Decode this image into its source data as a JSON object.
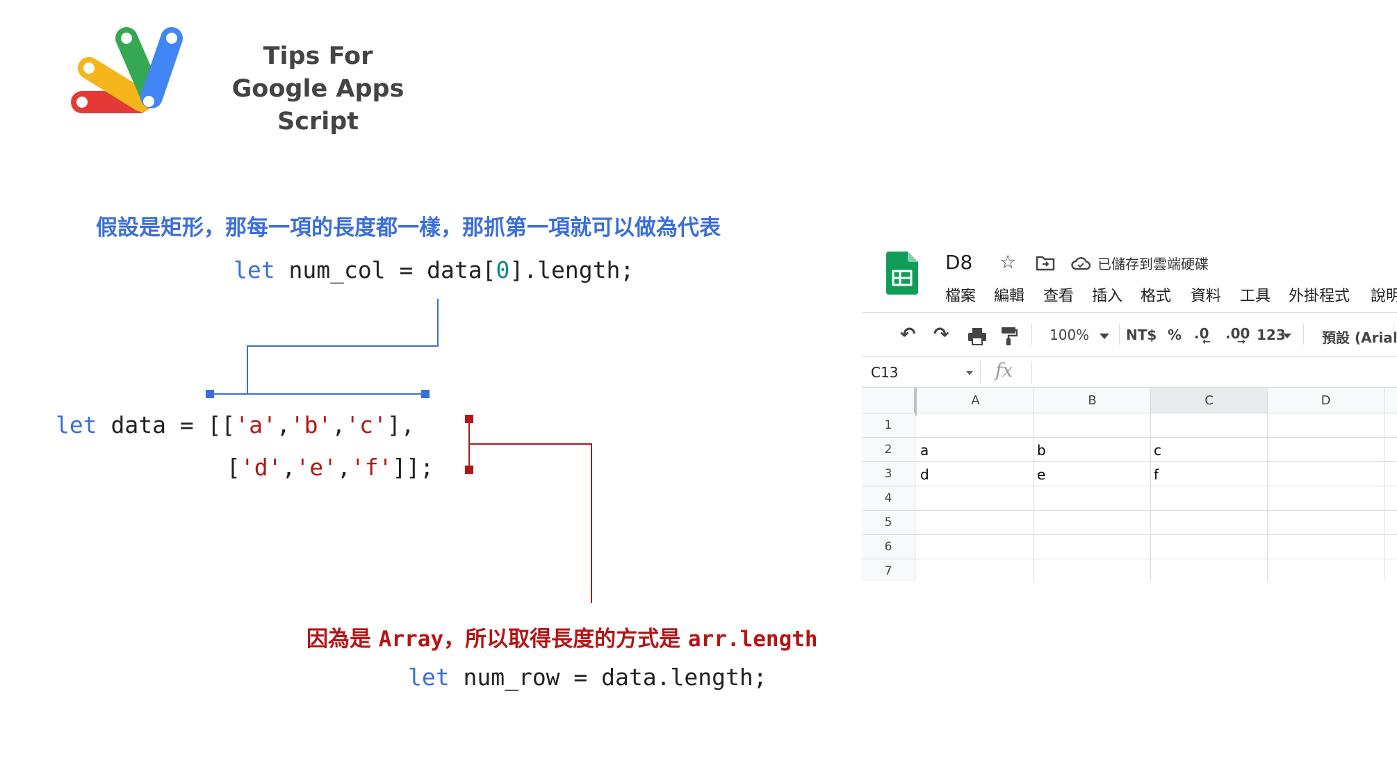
{
  "brand": {
    "line1": "Tips For",
    "line2": "Google Apps Script",
    "colors": {
      "orange": "#f5b51b",
      "red": "#e53935",
      "green": "#34a853",
      "blue": "#4285f4"
    }
  },
  "annotations": {
    "top_caption": "假設是矩形，那每一項的長度都一樣，那抓第一項就可以做為代表",
    "bottom_caption_1": "因為是 ",
    "bottom_caption_code1": "Array",
    "bottom_caption_2": "，所以取得長度的方式是 ",
    "bottom_caption_code2": "arr.length",
    "colors": {
      "blue": "#3b6fd8",
      "red": "#b31616",
      "teal": "#0b8a8a"
    }
  },
  "code": {
    "num_col": {
      "kw": "let",
      "pre": " num_col = data[",
      "idx": "0",
      "post": "].length;"
    },
    "data_line1": {
      "kw": "let",
      "pre": " data = [[",
      "a": "'a'",
      "c1": ",",
      "b": "'b'",
      "c2": ",",
      "c": "'c'",
      "post": "],"
    },
    "data_line2": {
      "pre": "[",
      "d": "'d'",
      "c1": ",",
      "e": "'e'",
      "c2": ",",
      "f": "'f'",
      "post": "]];"
    },
    "num_row": {
      "kw": "let",
      "rest": " num_row = data.length;"
    }
  },
  "sheets": {
    "doc_title": "D8",
    "save_status": "已儲存到雲端硬碟",
    "menu": [
      "檔案",
      "編輯",
      "查看",
      "插入",
      "格式",
      "資料",
      "工具",
      "外掛程式",
      "說明"
    ],
    "toolbar": {
      "zoom": "100%",
      "currency": "NT$",
      "percent": "%",
      "dec_decrease": ".0",
      "dec_increase": ".00",
      "more_formats": "123",
      "font": "預設 (Arial)"
    },
    "name_box": "C13",
    "fx": "fx",
    "columns": [
      "A",
      "B",
      "C",
      "D"
    ],
    "rows": [
      "1",
      "2",
      "3",
      "4",
      "5",
      "6",
      "7"
    ],
    "cells": {
      "A2": "a",
      "B2": "b",
      "C2": "c",
      "A3": "d",
      "B3": "e",
      "C3": "f"
    },
    "accent": "#0f9d58"
  }
}
